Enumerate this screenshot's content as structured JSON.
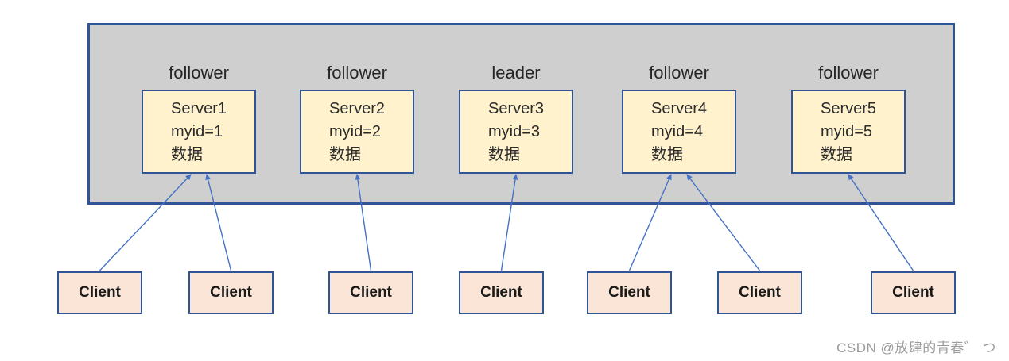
{
  "diagram": {
    "servers": [
      {
        "role": "follower",
        "name": "Server1",
        "myid": "myid=1",
        "data": "数据"
      },
      {
        "role": "follower",
        "name": "Server2",
        "myid": "myid=2",
        "data": "数据"
      },
      {
        "role": "leader",
        "name": "Server3",
        "myid": "myid=3",
        "data": "数据"
      },
      {
        "role": "follower",
        "name": "Server4",
        "myid": "myid=4",
        "data": "数据"
      },
      {
        "role": "follower",
        "name": "Server5",
        "myid": "myid=5",
        "data": "数据"
      }
    ],
    "clients": [
      {
        "label": "Client"
      },
      {
        "label": "Client"
      },
      {
        "label": "Client"
      },
      {
        "label": "Client"
      },
      {
        "label": "Client"
      },
      {
        "label": "Client"
      },
      {
        "label": "Client"
      }
    ],
    "connections": [
      {
        "client": 0,
        "server": 0
      },
      {
        "client": 1,
        "server": 0
      },
      {
        "client": 2,
        "server": 1
      },
      {
        "client": 3,
        "server": 2
      },
      {
        "client": 4,
        "server": 3
      },
      {
        "client": 5,
        "server": 3
      },
      {
        "client": 6,
        "server": 4
      }
    ]
  },
  "watermark": "CSDN @放肆的青春゛ つ",
  "colors": {
    "container_fill": "#cfcfcf",
    "box_border": "#2f5597",
    "server_fill": "#fff2cc",
    "client_fill": "#fbe5d6",
    "arrow": "#4472c4",
    "watermark_text": "#9b9b9b"
  }
}
